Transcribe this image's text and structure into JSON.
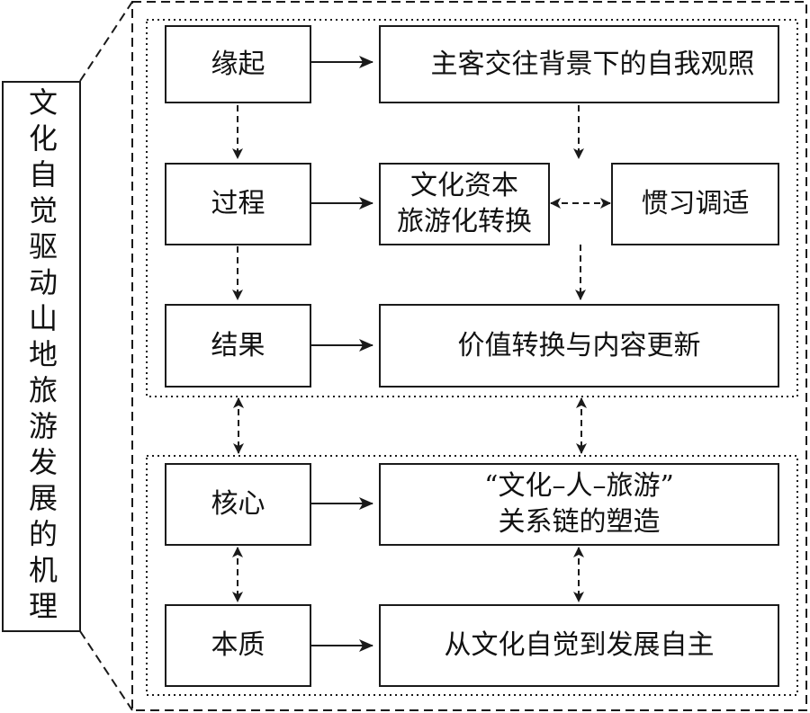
{
  "title": "文化自觉驱动山地旅游发展的机理",
  "stages": [
    {
      "key": "origin",
      "label": "缘起",
      "content": "主客交往背景下的自我观照"
    },
    {
      "key": "process",
      "label": "过程",
      "content": "文化资本\n旅游化转换",
      "side": "惯习调适"
    },
    {
      "key": "result",
      "label": "结果",
      "content": "价值转换与内容更新"
    },
    {
      "key": "core",
      "label": "核心",
      "content": "“文化–人–旅游”\n关系链的塑造"
    },
    {
      "key": "essence",
      "label": "本质",
      "content": "从文化自觉到发展自主"
    }
  ],
  "colors": {
    "line": "#1a1a1a",
    "background": "#ffffff"
  }
}
